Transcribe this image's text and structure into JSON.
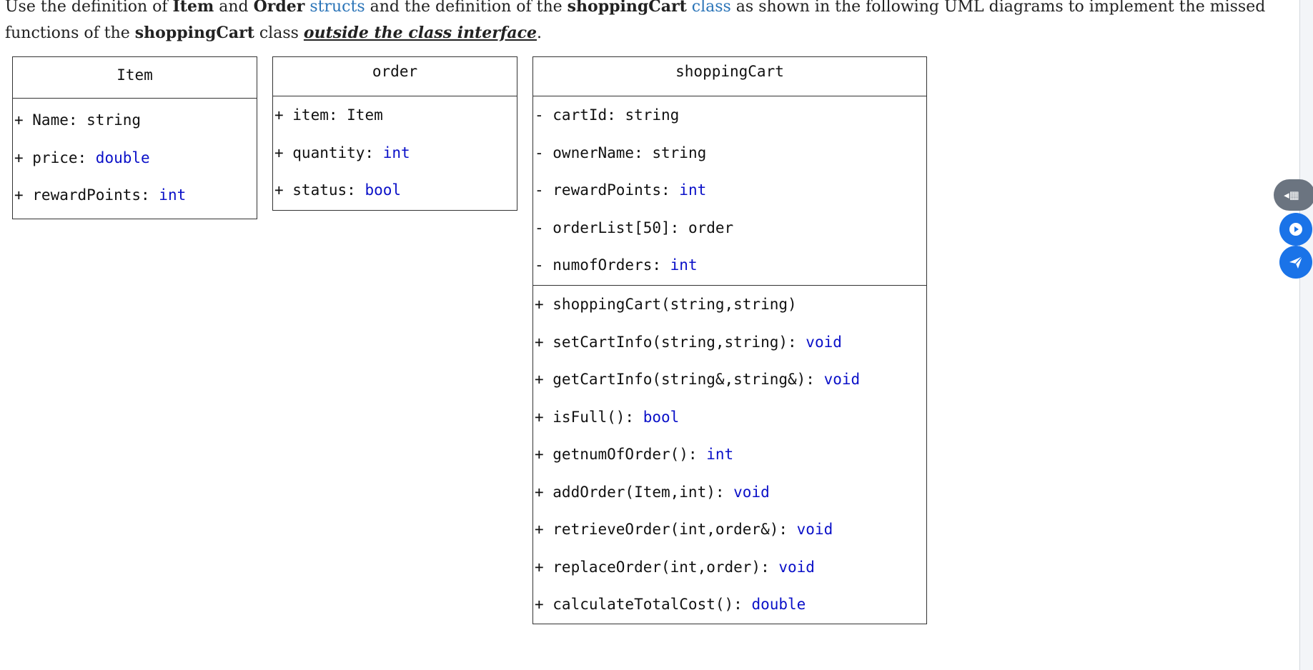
{
  "intro": {
    "p1": "Use the definition of ",
    "item": "Item",
    "p2": " and ",
    "order": "Order",
    "p3": " ",
    "structs": "structs",
    "p4": " and the definition of the ",
    "cart": "shoppingCart",
    "p5": " ",
    "class_link": "class",
    "p6": " as shown in the following UML diagrams to implement the missed functions of the ",
    "cart2": "shoppingCart",
    "p7": " class ",
    "outside": "outside the class interface",
    "p8": "."
  },
  "diagrams": {
    "item": {
      "title": "Item",
      "attributes": [
        {
          "prefix": "+ Name: ",
          "type": "string",
          "type_keyword": false
        },
        {
          "prefix": "+ price: ",
          "type": "double",
          "type_keyword": true
        },
        {
          "prefix": "+ rewardPoints: ",
          "type": "int",
          "type_keyword": true
        }
      ]
    },
    "order": {
      "title": "order",
      "attributes": [
        {
          "prefix": "+ item: ",
          "type": "Item",
          "type_keyword": false
        },
        {
          "prefix": "+ quantity: ",
          "type": "int",
          "type_keyword": true
        },
        {
          "prefix": "+ status: ",
          "type": "bool",
          "type_keyword": true
        }
      ]
    },
    "cart": {
      "title": "shoppingCart",
      "attributes": [
        {
          "prefix": "- cartId: ",
          "type": "string",
          "type_keyword": false
        },
        {
          "prefix": "- ownerName: ",
          "type": "string",
          "type_keyword": false
        },
        {
          "prefix": "- rewardPoints: ",
          "type": "int",
          "type_keyword": true
        },
        {
          "prefix": "- orderList[50]: ",
          "type": "order",
          "type_keyword": false
        },
        {
          "prefix": "- numofOrders: ",
          "type": "int",
          "type_keyword": true
        }
      ],
      "methods": [
        {
          "prefix": "+ shoppingCart(string,string)",
          "type": "",
          "type_keyword": false
        },
        {
          "prefix": "+ setCartInfo(string,string): ",
          "type": "void",
          "type_keyword": true
        },
        {
          "prefix": "+ getCartInfo(string&,string&): ",
          "type": "void",
          "type_keyword": true
        },
        {
          "prefix": "+ isFull(): ",
          "type": "bool",
          "type_keyword": true
        },
        {
          "prefix": "+ getnumOfOrder(): ",
          "type": "int",
          "type_keyword": true
        },
        {
          "prefix": "+ addOrder(Item,int): ",
          "type": "void",
          "type_keyword": true
        },
        {
          "prefix": "+ retrieveOrder(int,order&): ",
          "type": "void",
          "type_keyword": true
        },
        {
          "prefix": "+ replaceOrder(int,order): ",
          "type": "void",
          "type_keyword": true
        },
        {
          "prefix": "+ calculateTotalCost(): ",
          "type": "double",
          "type_keyword": true
        }
      ]
    }
  },
  "colors": {
    "keyword": "#0a10c8",
    "link": "#2a74b8",
    "floating_button": "#1a73e8",
    "grid_button": "#6b7480"
  },
  "floating_buttons": [
    {
      "name": "grid-icon"
    },
    {
      "name": "play-icon"
    },
    {
      "name": "send-icon"
    }
  ]
}
